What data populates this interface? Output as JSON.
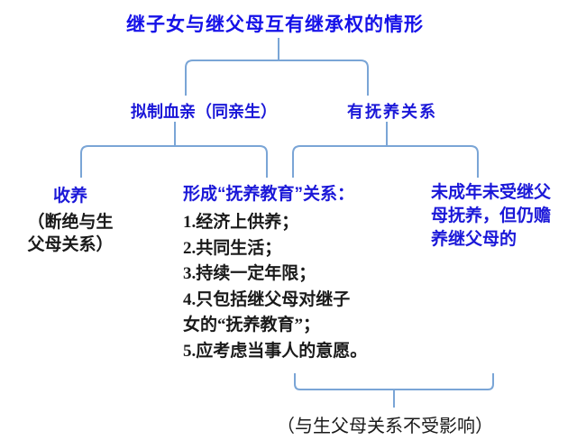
{
  "colors": {
    "title_blue": "#1511e8",
    "node_blue": "#1b18d8",
    "black": "#1a1a1a",
    "connector": "#7aa5d6",
    "bg": "#ffffff"
  },
  "title": "继子女与继父母互有继承权的情形",
  "branches": {
    "left_label": "拟制血亲（同亲生）",
    "right_label": "有抚养关系"
  },
  "adoption": {
    "heading": "收养",
    "note_lines": [
      "（断绝与生",
      "父母关系）"
    ]
  },
  "fostering": {
    "heading": "形成“抚养教育”关系：",
    "items": [
      "1.经济上供养；",
      "2.共同生活；",
      "3.持续一定年限；",
      "4.只包括继父母对继子",
      "女的“抚养教育”；",
      "5.应考虑当事人的意愿。"
    ]
  },
  "elder_support": {
    "lines": [
      "未成年未受继父",
      "母抚养，但仍赡",
      "养继父母的"
    ]
  },
  "footnote": "（与生父母关系不受影响）"
}
